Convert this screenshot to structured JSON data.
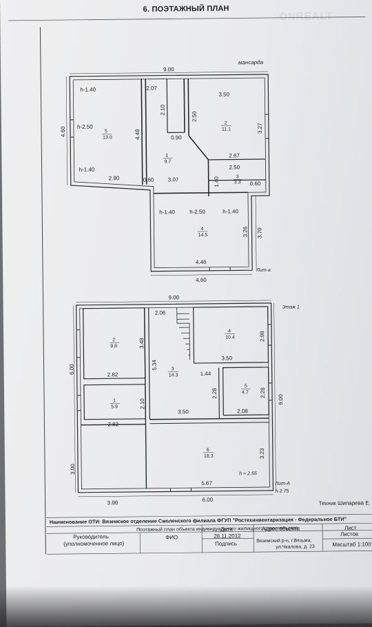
{
  "header": {
    "title": "6. ПОЭТАЖНЫЙ ПЛАН",
    "watermark": "ONREALT"
  },
  "attic": {
    "label": "мансарда",
    "lit": "Лит-а",
    "dims": {
      "top_total": "9.00",
      "left_total": "4.60",
      "bottom_total": "4,60",
      "r5_w": "2.07",
      "r5_h": "4.48",
      "r5_wide": "2.90",
      "r1_top": "2.10",
      "r1_left": "2.50",
      "r1_bottom": "3.07",
      "r1_inner": "0.90",
      "pass_w": "0.60",
      "r2_w": "3.50",
      "r2_h": "3.27",
      "r2_bottom": "2.67",
      "r3_w": "2.50",
      "r3_h": "1.40",
      "r3_right": "0.60",
      "r4_w": "4.46",
      "r4_h": "3.26",
      "r4_total_h": "3.70"
    },
    "heights": {
      "h140a": "h-1.40",
      "h250": "h-2.50",
      "h140b": "h-1.40",
      "h140c": "h-1.40",
      "h250b": "h-2.50",
      "h140d": "h-1.40"
    },
    "rooms": [
      {
        "num": "5",
        "area": "13.0"
      },
      {
        "num": "1",
        "area": "9.7"
      },
      {
        "num": "2",
        "area": "11.1"
      },
      {
        "num": "3",
        "area": "3.3"
      },
      {
        "num": "4",
        "area": "14.5"
      }
    ]
  },
  "floor1": {
    "label": "Этаж 1",
    "lit": "Лит-А",
    "lit_h": "h-2.75",
    "room_h": "h = 2.55",
    "dims": {
      "top_total": "9.00",
      "left_upper": "6.00",
      "left_lower": "3.00",
      "bottom_left": "3.00",
      "bottom_right": "6.00",
      "right_total": "9.00",
      "r2_h": "3.48",
      "r2_w": "2.82",
      "r1_w": "2.82",
      "r1_h": "2.10",
      "r3_top": "2.06",
      "r3_h": "5.34",
      "r3_inner": "1.44",
      "r3_bottom": "3.50",
      "r4_w": "3.50",
      "r4_h": "2.98",
      "r5_w": "2.08",
      "r5_h": "2.28",
      "r5_left": "2.28",
      "r6_w": "5.67",
      "r6_h": "3.23"
    },
    "rooms": [
      {
        "num": "2",
        "area": "9.8"
      },
      {
        "num": "1",
        "area": "5.9"
      },
      {
        "num": "3",
        "area": "14.3"
      },
      {
        "num": "4",
        "area": "10.4"
      },
      {
        "num": "5",
        "area": "4.7"
      },
      {
        "num": "6",
        "area": "18.3"
      }
    ]
  },
  "technician": "Техник Шипарева Е.",
  "stamp": {
    "org": "Наименование ОТИ: Вяземское отделение Смоленского филиала ФГУП \"Ростехинвентаризация - Федеральное БТИ\"",
    "doc": "Поэтажный план объекта индивидуального жилищного строительства",
    "head": "Руководитель",
    "head2": "(уполномоченное лицо)",
    "fio": "ФИО",
    "date_label": "Дата",
    "date": "28.11.2012",
    "sign": "Подпись",
    "addr_label": "Адрес объекта",
    "addr1": "Вяземский р-н, г.Вязьма,",
    "addr2": "ул.Чкалова, д. 23",
    "sheet": "Лист",
    "sheets": "Листов",
    "scale": "Масштаб 1:100"
  }
}
